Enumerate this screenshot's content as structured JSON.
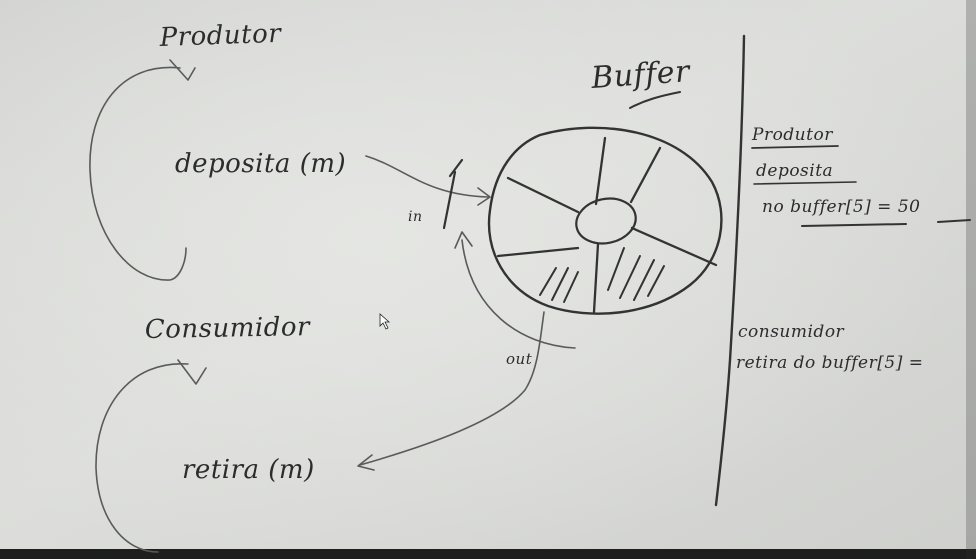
{
  "colors": {
    "board": "#d8d9d6",
    "board_shadow": "#c9cac7",
    "ink": "#333333",
    "frame": "#1e1e1e"
  },
  "board": {
    "producer_title": "Produtor",
    "producer_call": "deposita (m)",
    "consumer_title": "Consumidor",
    "consumer_call": "retira (m)",
    "buffer_title": "Buffer",
    "pointer_in": "in",
    "pointer_out": "out",
    "note_producer": {
      "line1": "Produtor",
      "line2": "deposita",
      "line3": "no buffer[5] = 50"
    },
    "note_consumer": {
      "line1": "consumidor",
      "line2": "retira do buffer[5] ="
    }
  }
}
